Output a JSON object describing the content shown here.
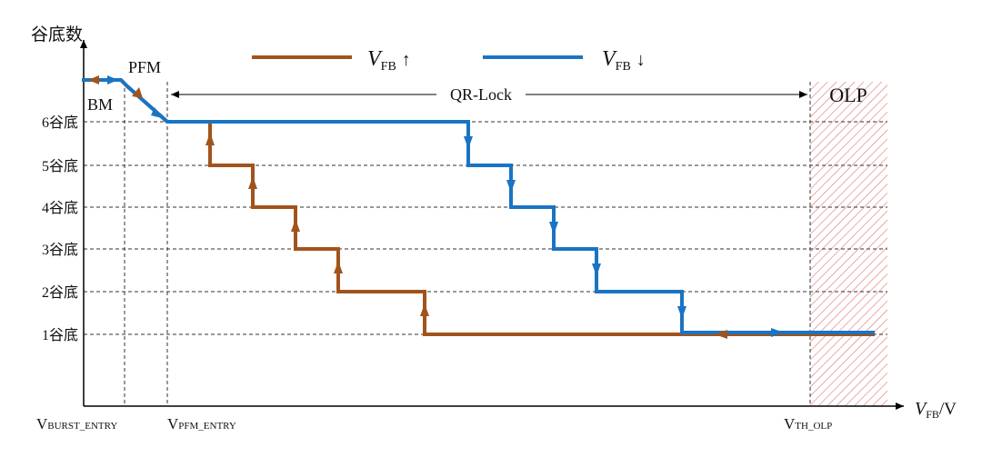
{
  "axes": {
    "y_title": "谷底数",
    "x_title_main": "V",
    "x_title_sub": "FB",
    "x_title_unit": "/V"
  },
  "y_ticks": [
    "6谷底",
    "5谷底",
    "4谷底",
    "3谷底",
    "2谷底",
    "1谷底"
  ],
  "x_markers": [
    {
      "main": "V",
      "sub": "BURST_ENTRY"
    },
    {
      "main": "V",
      "sub": "PFM_ENTRY"
    },
    {
      "main": "V",
      "sub": "TH_OLP"
    }
  ],
  "regions": {
    "bm": "BM",
    "pfm": "PFM",
    "qr_lock": "QR-Lock",
    "olp": "OLP"
  },
  "legend": {
    "rising": {
      "main": "V",
      "sub": "FB",
      "arrow": "↑"
    },
    "falling": {
      "main": "V",
      "sub": "FB",
      "arrow": "↓"
    }
  },
  "colors": {
    "rising": "#A0541C",
    "falling": "#1A74C4",
    "olp_hatch": "#E07070",
    "grid": "#333333"
  }
}
